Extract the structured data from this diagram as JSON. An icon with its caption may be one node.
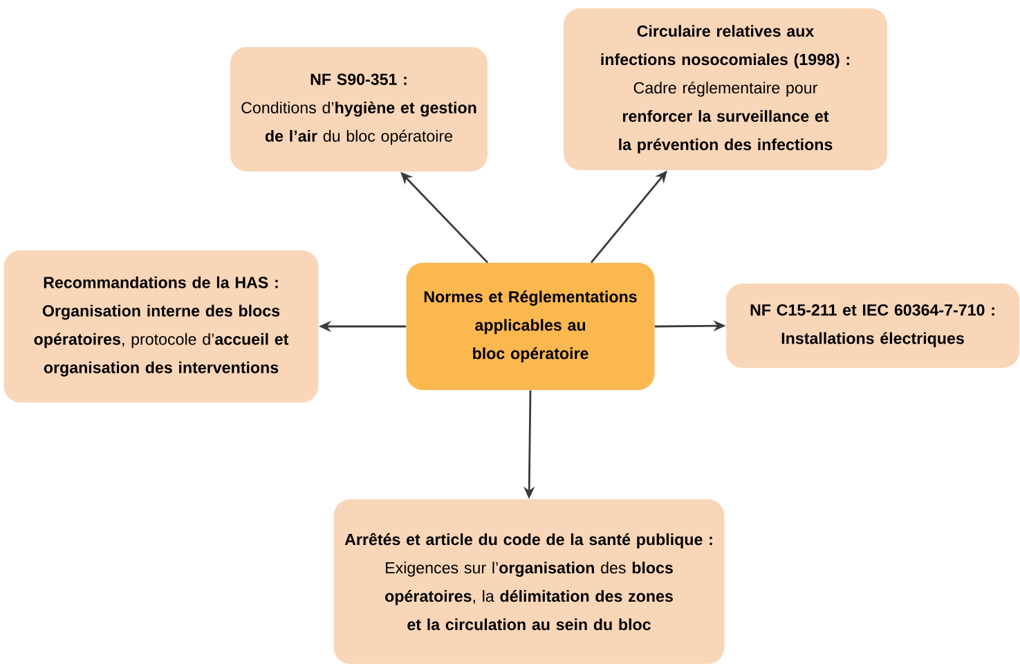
{
  "diagram": {
    "nodes": [
      {
        "text": [
          "Normes et Réglementations applicables au bloc opératoire"
        ]
      },
      {
        "text": [
          "NF S90-351 :",
          "Conditions d’**hygiène et gestion de l’air** du bloc opératoire"
        ]
      },
      {
        "text": [
          "Circulaire relatives aux infections nosocomiales (1998) :",
          "Cadre réglementaire pour **renforcer la surveillance et la prévention des infections**"
        ]
      },
      {
        "text": [
          "Recommandations de la HAS :",
          "**Organisation interne des blocs opératoires**, protocole d’**accueil et organisation des interventions**"
        ]
      },
      {
        "text": [
          "NF C15-211 et IEC 60364-7-710 :",
          "Installations électriques"
        ]
      },
      {
        "text": [
          "Arrêtés et article du code de la santé publique :",
          "Exigences sur l’**organisation** des **blocs opératoires**, la **délimitation des zones et la circulation au sein du bloc**"
        ]
      }
    ],
    "edges": [
      {
        "from": 0,
        "to": 1,
        "arrow": "to"
      },
      {
        "from": 0,
        "to": 2,
        "arrow": "to"
      },
      {
        "from": 0,
        "to": 3,
        "arrow": "to"
      },
      {
        "from": 0,
        "to": 4,
        "arrow": "to"
      },
      {
        "from": 0,
        "to": 5,
        "arrow": "to"
      }
    ]
  }
}
